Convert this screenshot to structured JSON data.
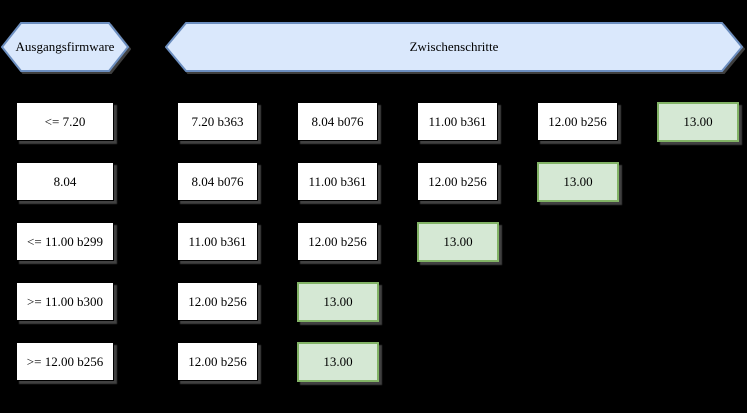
{
  "header": {
    "source_label": "Ausgangsfirmware",
    "steps_label": "Zwischenschritte"
  },
  "colors": {
    "background": "#000000",
    "hexagon_fill": "#dae8fc",
    "hexagon_border": "#6c8ebf",
    "box_fill": "#ffffff",
    "box_border": "#000000",
    "final_fill": "#d5e8d4",
    "final_border": "#82b366"
  },
  "rows": [
    {
      "source": "<= 7.20",
      "steps": [
        "7.20 b363",
        "8.04 b076",
        "11.00 b361",
        "12.00 b256"
      ],
      "final": "13.00"
    },
    {
      "source": "8.04",
      "steps": [
        "8.04 b076",
        "11.00 b361",
        "12.00 b256"
      ],
      "final": "13.00"
    },
    {
      "source": "<= 11.00 b299",
      "steps": [
        "11.00 b361",
        "12.00 b256"
      ],
      "final": "13.00"
    },
    {
      "source": ">= 11.00 b300",
      "steps": [
        "12.00 b256"
      ],
      "final": "13.00"
    },
    {
      "source": ">= 12.00 b256",
      "steps": [
        "12.00 b256"
      ],
      "final": "13.00"
    }
  ]
}
